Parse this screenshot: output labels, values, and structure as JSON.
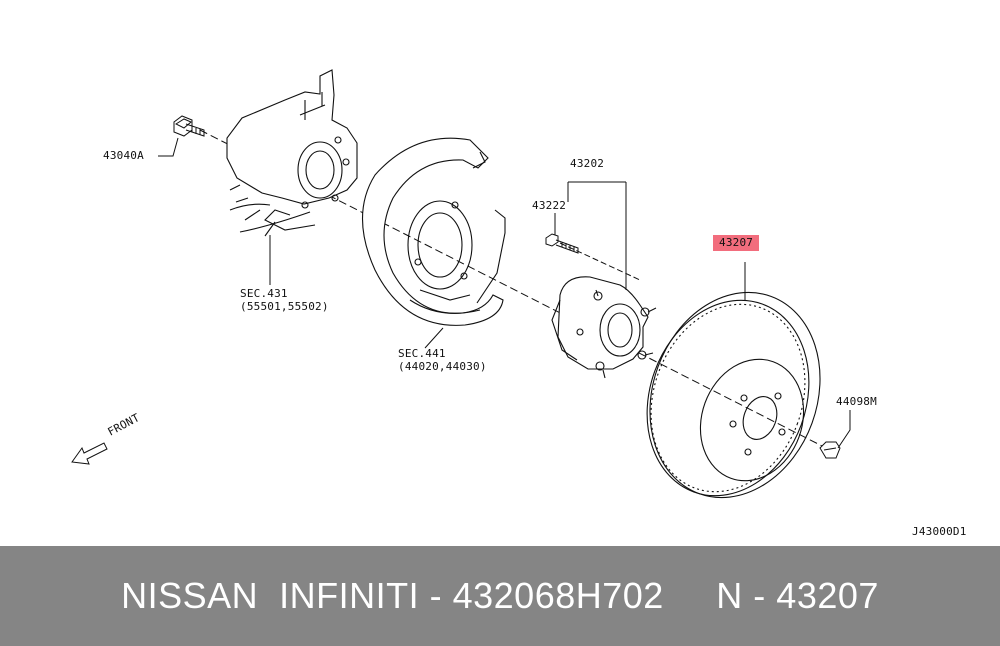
{
  "labels": {
    "bolt": "43040A",
    "knuckle_title": "SEC.431",
    "knuckle_parts": "(55501,55502)",
    "backplate_title": "SEC.441",
    "backplate_parts": "(44020,44030)",
    "hub_assembly": "43202",
    "hub_bolt": "43222",
    "rotor": "43207",
    "nut": "44098M",
    "front": "FRONT",
    "drawing_code": "J43000D1"
  },
  "highlight_color": "#f26d7d",
  "footer": {
    "text": "NISSAN  INFINITI - 432068H702     N - 43207"
  },
  "colors": {
    "footer_bg": "#858585",
    "footer_text": "#ffffff",
    "line": "#111111"
  }
}
